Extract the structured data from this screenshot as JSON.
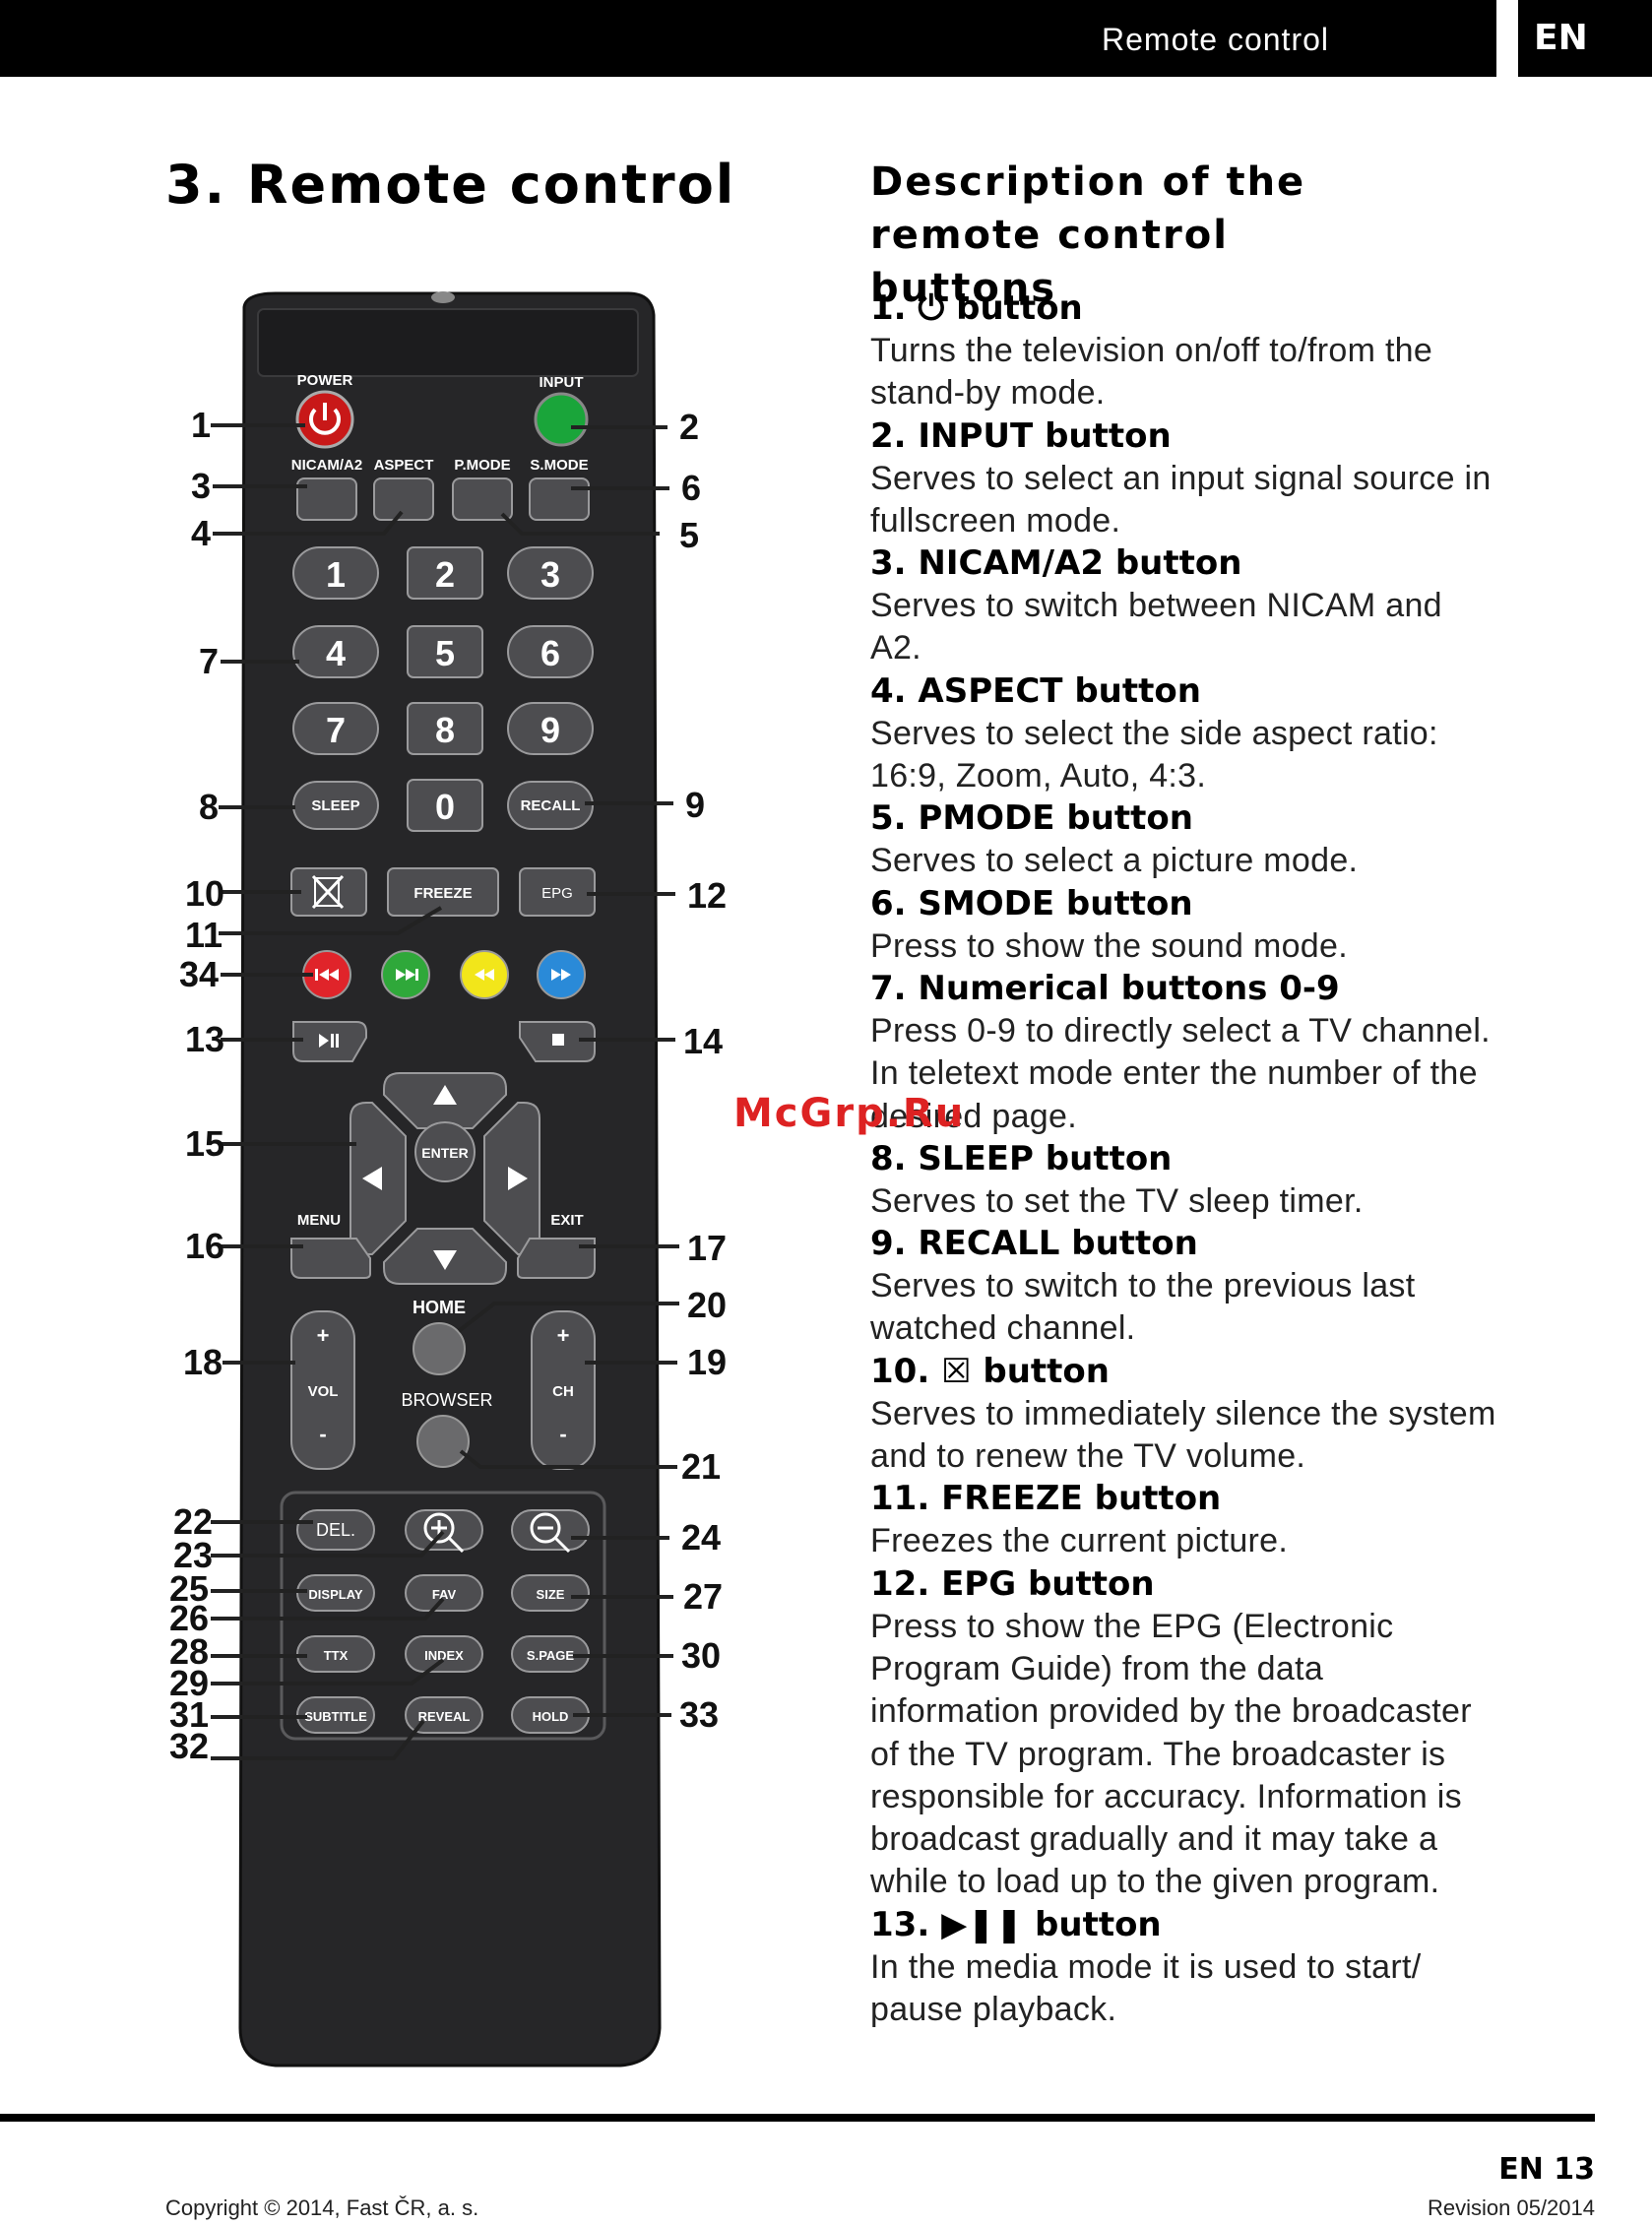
{
  "header": {
    "running_title": "Remote control",
    "lang_tab": "EN"
  },
  "page_title": "3. Remote control",
  "section_title": "Description of the remote control buttons",
  "remote": {
    "buttons": {
      "power": "POWER",
      "input": "INPUT",
      "nicam": "NICAM/A2",
      "aspect": "ASPECT",
      "pmode": "P.MODE",
      "smode": "S.MODE",
      "digits": [
        "1",
        "2",
        "3",
        "4",
        "5",
        "6",
        "7",
        "8",
        "9",
        "0"
      ],
      "sleep": "SLEEP",
      "recall": "RECALL",
      "freeze": "FREEZE",
      "epg": "EPG",
      "enter": "ENTER",
      "menu": "MENU",
      "exit": "EXIT",
      "home": "HOME",
      "browser": "BROWSER",
      "vol": "VOL",
      "ch": "CH",
      "plus": "+",
      "minus": "-",
      "del": "DEL.",
      "display": "DISPLAY",
      "fav": "FAV",
      "size": "SIZE",
      "ttx": "TTX",
      "index": "INDEX",
      "spage": "S.PAGE",
      "subtitle": "SUBTITLE",
      "reveal": "REVEAL",
      "hold": "HOLD"
    },
    "callouts": [
      "1",
      "2",
      "3",
      "4",
      "5",
      "6",
      "7",
      "8",
      "9",
      "10",
      "11",
      "12",
      "13",
      "14",
      "15",
      "16",
      "17",
      "18",
      "19",
      "20",
      "21",
      "22",
      "23",
      "24",
      "25",
      "26",
      "27",
      "28",
      "29",
      "30",
      "31",
      "32",
      "33",
      "34"
    ],
    "colors": {
      "body": "#2b2b2d",
      "button": "#4a4a4c",
      "power_red": "#e02020",
      "input_green": "#1aa53a",
      "red": "#e0242a",
      "green": "#2fa83a",
      "yellow": "#f2e61a",
      "blue": "#2a8ad8"
    }
  },
  "watermark": "McGrp.Ru",
  "descriptions": [
    {
      "head": "1. ⏻ button",
      "body": "Turns the television on/off to/from the stand-by mode."
    },
    {
      "head": "2. INPUT button",
      "body": "Serves to select an input signal source in fullscreen mode."
    },
    {
      "head": "3. NICAM/A2 button",
      "body": "Serves to switch between NICAM and A2."
    },
    {
      "head": "4. ASPECT button",
      "body": "Serves to select the side aspect ratio: 16:9, Zoom, Auto, 4:3."
    },
    {
      "head": "5. PMODE button",
      "body": "Serves to select a picture mode."
    },
    {
      "head": "6. SMODE button",
      "body": "Press to show the sound mode."
    },
    {
      "head": "7. Numerical buttons 0-9",
      "body": "Press 0-9 to directly select a TV channel. In teletext mode enter the number of the desired page."
    },
    {
      "head": "8. SLEEP button",
      "body": "Serves to set the TV sleep timer."
    },
    {
      "head": "9. RECALL button",
      "body": "Serves to switch to the previous last watched channel."
    },
    {
      "head": "10. ☒ button",
      "body": "Serves to immediately silence the system and to renew the TV volume."
    },
    {
      "head": "11. FREEZE button",
      "body": "Freezes the current picture."
    },
    {
      "head": "12. EPG button",
      "body": "Press to show the EPG (Electronic Program Guide) from the data information provided by the broadcaster of the TV program. The broadcaster is responsible for accuracy. Information is broadcast gradually and it may take a while to load up to the given program."
    },
    {
      "head": "13. ▶❚❚ button",
      "body": "In the media mode it is used to start/ pause playback."
    }
  ],
  "footer": {
    "page_number": "EN 13",
    "copyright": "Copyright © 2014, Fast ČR, a. s.",
    "revision": "Revision 05/2014"
  }
}
